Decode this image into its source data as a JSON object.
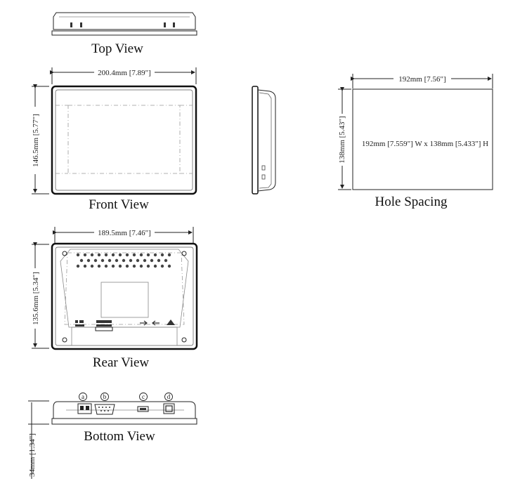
{
  "captions": {
    "top_view": "Top View",
    "front_view": "Front View",
    "hole_spacing": "Hole Spacing",
    "rear_view": "Rear View",
    "bottom_view": "Bottom View"
  },
  "dimensions": {
    "front_width": "200.4mm [7.89\"]",
    "front_height": "146.5mm [5.77\"]",
    "hole_width": "192mm [7.56\"]",
    "hole_height": "138mm [5.43\"]",
    "hole_note": "192mm [7.559\"] W x 138mm [5.433\"] H",
    "rear_width": "189.5mm [7.46\"]",
    "rear_height": "135.6mm [5.34\"]",
    "depth": "34mm [1.34\"]"
  },
  "port_markers": [
    "a",
    "b",
    "c",
    "d"
  ]
}
